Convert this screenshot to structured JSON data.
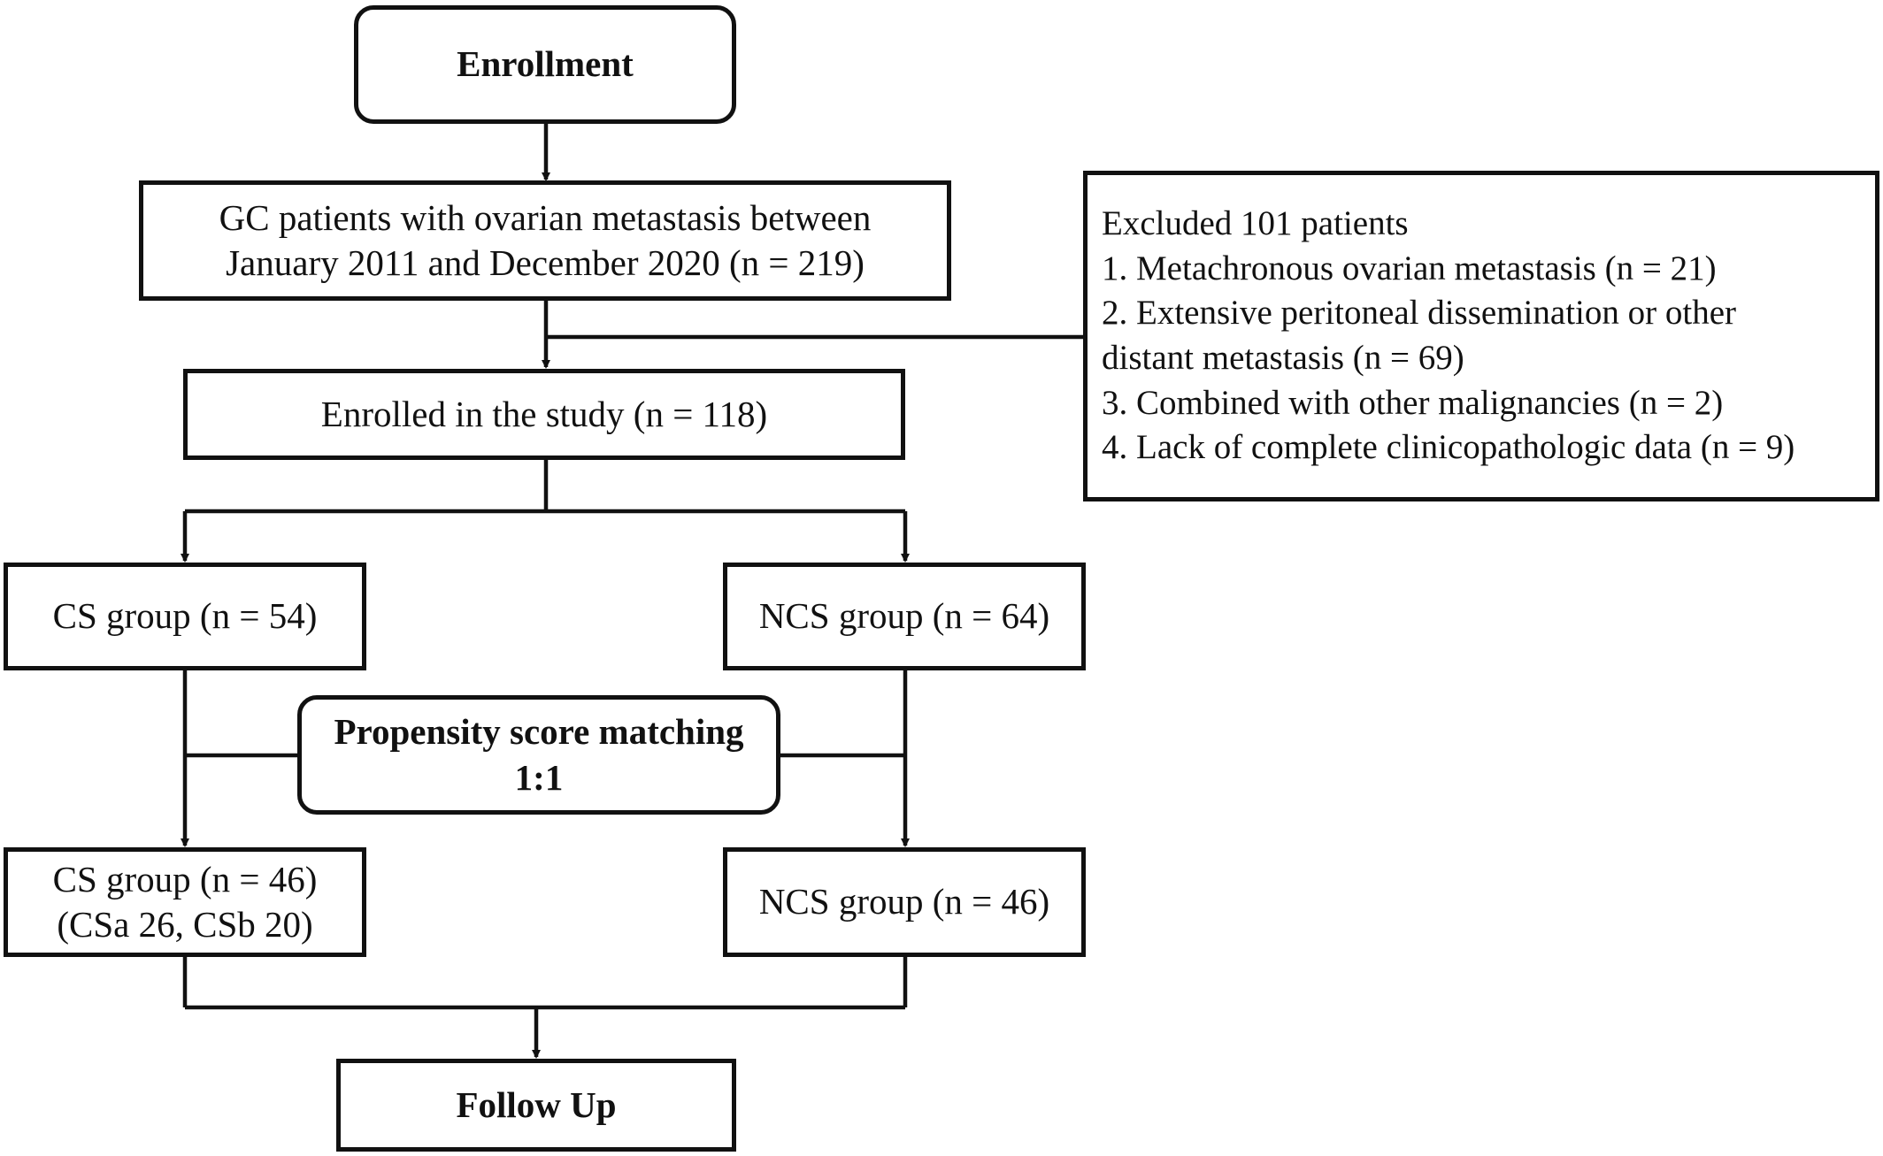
{
  "enrollment": "Enrollment",
  "gc_patients": {
    "line1": "GC patients with ovarian metastasis between",
    "line2": "January 2011 and December 2020 (n = 219)"
  },
  "excluded": {
    "title": "Excluded 101 patients",
    "lines": [
      "1. Metachronous ovarian metastasis (n = 21)",
      "2. Extensive peritoneal dissemination or other",
      "distant metastasis (n = 69)",
      "3. Combined with other malignancies (n = 2)",
      "4. Lack of complete clinicopathologic data (n = 9)"
    ]
  },
  "enrolled": "Enrolled in the study (n = 118)",
  "cs_group": "CS group (n = 54)",
  "ncs_group": "NCS group (n = 64)",
  "psm": {
    "line1": "Propensity score matching",
    "line2": "1:1"
  },
  "cs_group_matched": {
    "line1": "CS group (n = 46)",
    "line2": "(CSa 26, CSb 20)"
  },
  "ncs_group_matched": "NCS group (n = 46)",
  "follow_up": "Follow Up"
}
